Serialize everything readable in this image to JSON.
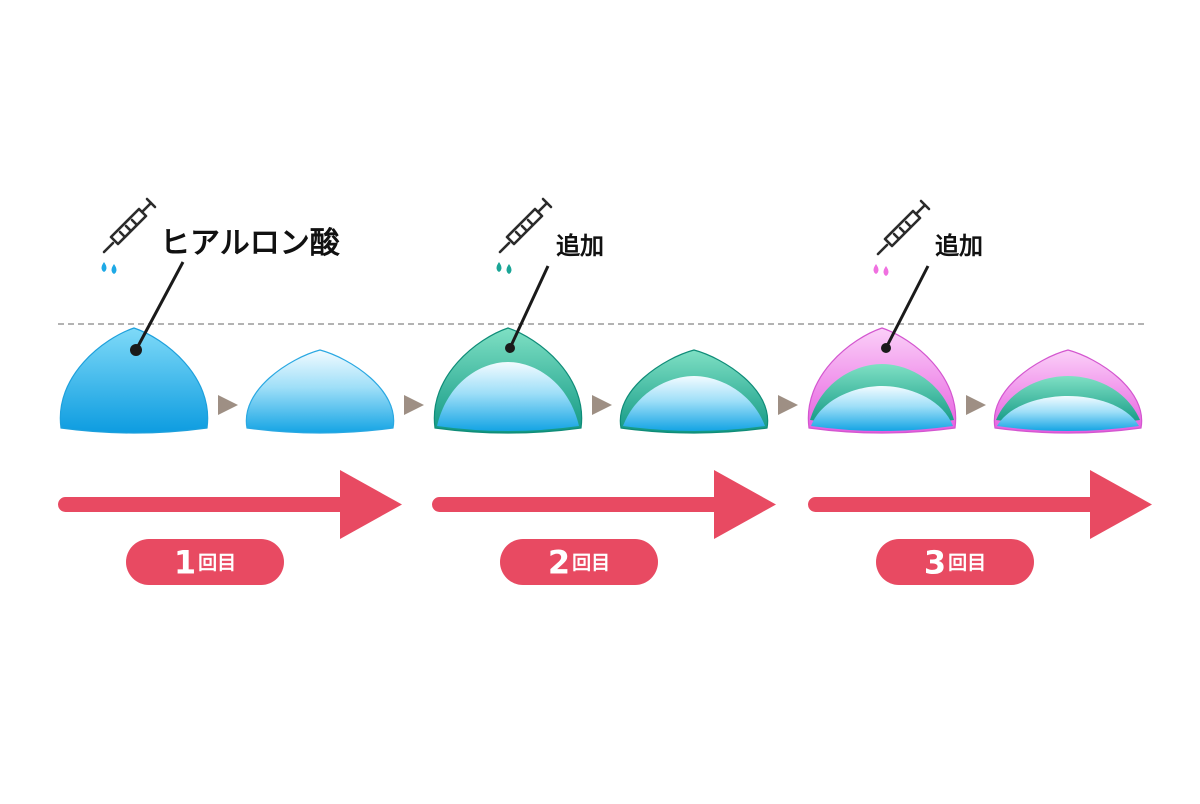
{
  "steps": [
    {
      "label": "1",
      "suffix": "回目",
      "annotation": "ヒアルロン酸",
      "drop_color": "#1ea9e6"
    },
    {
      "label": "2",
      "suffix": "回目",
      "annotation": "追加",
      "drop_color": "#1aa596"
    },
    {
      "label": "3",
      "suffix": "回目",
      "annotation": "追加",
      "drop_color": "#f070e0"
    }
  ],
  "colors": {
    "blue_top": "#66d2f6",
    "blue_bottom": "#0f9fe2",
    "green_top": "#5ed8b8",
    "green_bottom": "#129a84",
    "pink_top": "#f8b8f4",
    "pink_bottom": "#e860e0",
    "arrow": "#e84a62",
    "small_arrow": "#9e8f84",
    "dashed_line": "#999999"
  }
}
